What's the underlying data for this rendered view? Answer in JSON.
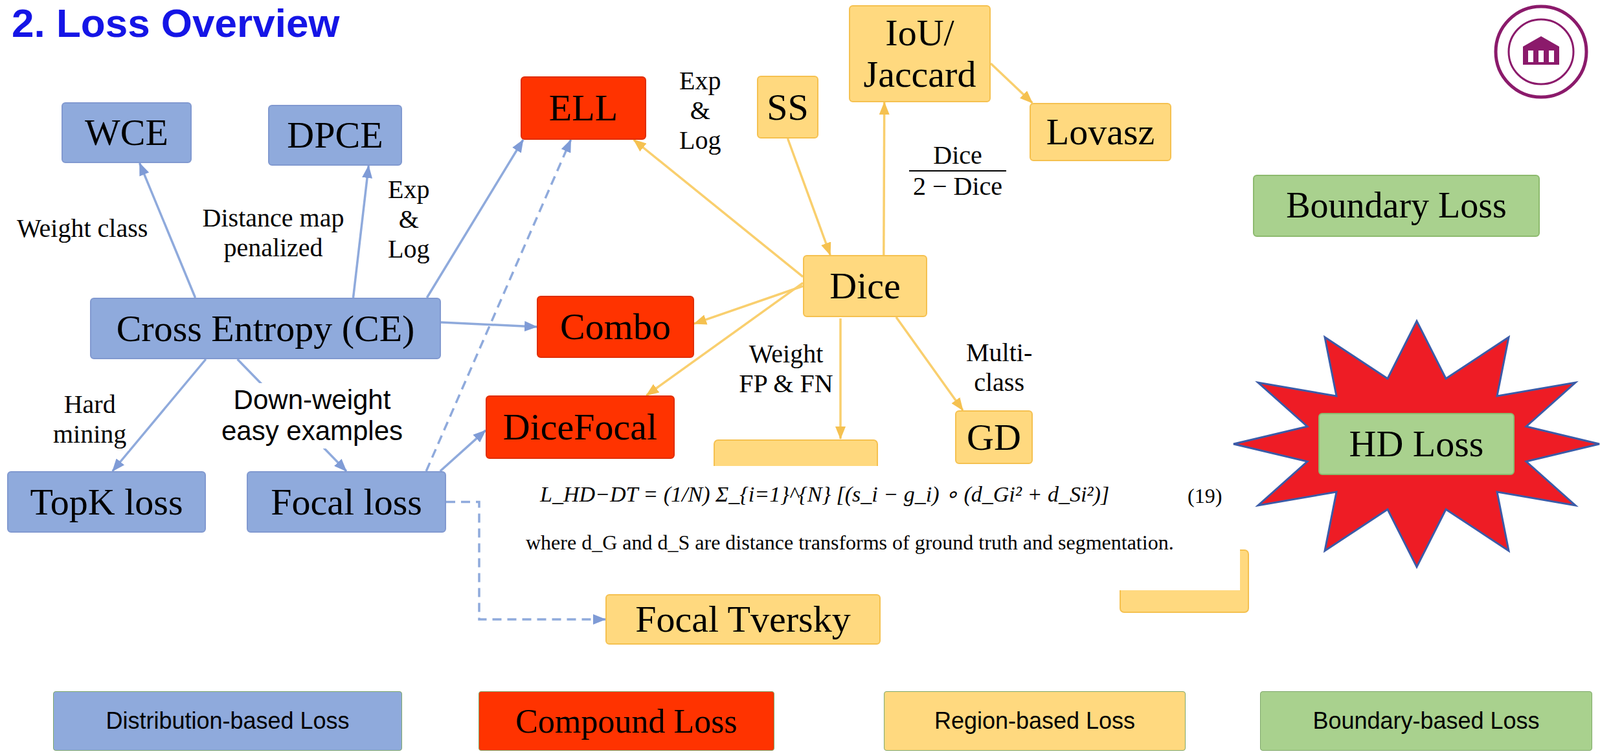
{
  "diagram": {
    "title": "2. Loss Overview",
    "nodes": [
      {
        "text": [
          "WCE"
        ]
      },
      {
        "text": [
          "DPCE"
        ]
      },
      {
        "text": [
          "ELL"
        ]
      },
      {
        "text": [
          "SS"
        ]
      },
      {
        "text": [
          "IoU/ Jaccard"
        ]
      },
      {
        "text": [
          "Lovasz"
        ]
      },
      {
        "text": [
          "Boundary Loss"
        ]
      },
      {
        "text": [
          "Dice"
        ]
      },
      {
        "text": [
          "Cross Entropy (CE)"
        ]
      },
      {
        "text": [
          "Combo"
        ]
      },
      {
        "text": [
          "DiceFocal"
        ]
      },
      {
        "text": [
          "GD"
        ]
      },
      {
        "text": [
          "HD Loss"
        ]
      },
      {
        "text": [
          "TopK loss"
        ]
      },
      {
        "text": [
          "Focal loss"
        ]
      },
      {
        "text": [
          "Focal Tversky"
        ]
      }
    ],
    "edges": [
      {
        "from": 8,
        "to": 0,
        "arrow": "to",
        "label": "Weight class"
      },
      {
        "from": 8,
        "to": 1,
        "arrow": "to",
        "label": "Distance map penalized"
      },
      {
        "from": 8,
        "to": 2,
        "arrow": "to",
        "label": "Exp & Log"
      },
      {
        "from": 8,
        "to": 9,
        "arrow": "to"
      },
      {
        "from": 8,
        "to": 13,
        "arrow": "to",
        "label": "Hard mining"
      },
      {
        "from": 8,
        "to": 14,
        "arrow": "to",
        "label": "Down-weight easy examples"
      },
      {
        "from": 14,
        "to": 2,
        "arrow": "to"
      },
      {
        "from": 14,
        "to": 10,
        "arrow": "to"
      },
      {
        "from": 14,
        "to": 15,
        "arrow": "to"
      },
      {
        "from": 7,
        "to": 2,
        "arrow": "to",
        "label": "Exp & Log"
      },
      {
        "from": 7,
        "to": 9,
        "arrow": "to"
      },
      {
        "from": 7,
        "to": 10,
        "arrow": "to"
      },
      {
        "from": 3,
        "to": 7,
        "arrow": "to"
      },
      {
        "from": 7,
        "to": 4,
        "arrow": "to",
        "label": "Dice 2 − Dice"
      },
      {
        "from": 4,
        "to": 5,
        "arrow": "to"
      },
      {
        "from": 7,
        "to": 11,
        "arrow": "to",
        "label": "Multi- class"
      }
    ],
    "labels": [
      "Weight FP & FN",
      "L_HD−DT = (1/N) Σ_{i=1}^{N} [(s_i − g_i) ∘ (d_Gi² + d_Si²)]",
      "(19)",
      "where d_G and d_S are distance transforms of ground truth and segmentation."
    ],
    "legend": [
      {
        "text": "Distribution-based Loss",
        "color": "#8FAADC"
      },
      {
        "text": "Compound Loss",
        "color": "#FF3300"
      },
      {
        "text": "Region-based Loss",
        "color": "#FFD97F"
      },
      {
        "text": "Boundary-based Loss",
        "color": "#A9D18E"
      }
    ]
  }
}
